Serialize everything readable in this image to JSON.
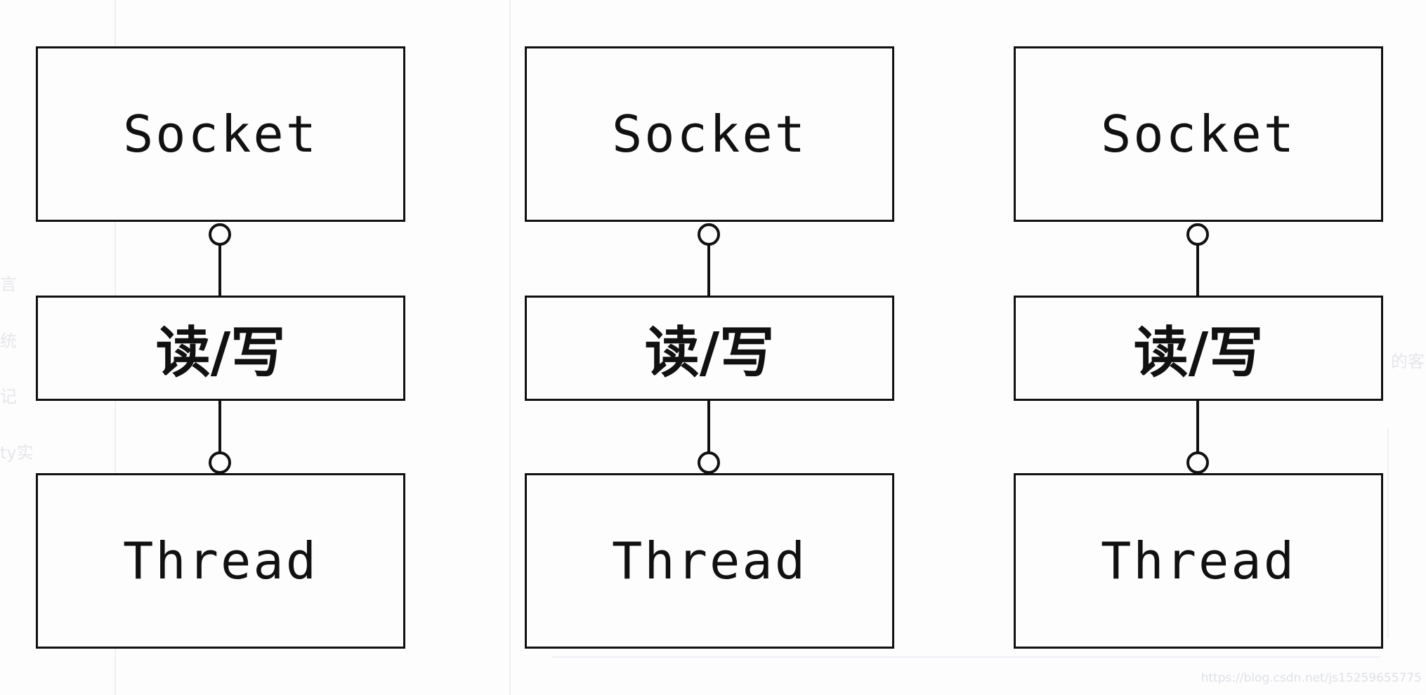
{
  "diagram": {
    "columns": [
      {
        "top_label": "Socket",
        "middle_label": "读/写",
        "bottom_label": "Thread"
      },
      {
        "top_label": "Socket",
        "middle_label": "读/写",
        "bottom_label": "Thread"
      },
      {
        "top_label": "Socket",
        "middle_label": "读/写",
        "bottom_label": "Thread"
      }
    ]
  },
  "background": {
    "left_fragments": [
      "言",
      "统",
      "记",
      "ty实"
    ],
    "right_fragment": "的客"
  },
  "watermark": "https://blog.csdn.net/js15259655775",
  "colors": {
    "ink": "#111111",
    "background": "#fdfdfe",
    "ghost": "#e6e6ea"
  }
}
